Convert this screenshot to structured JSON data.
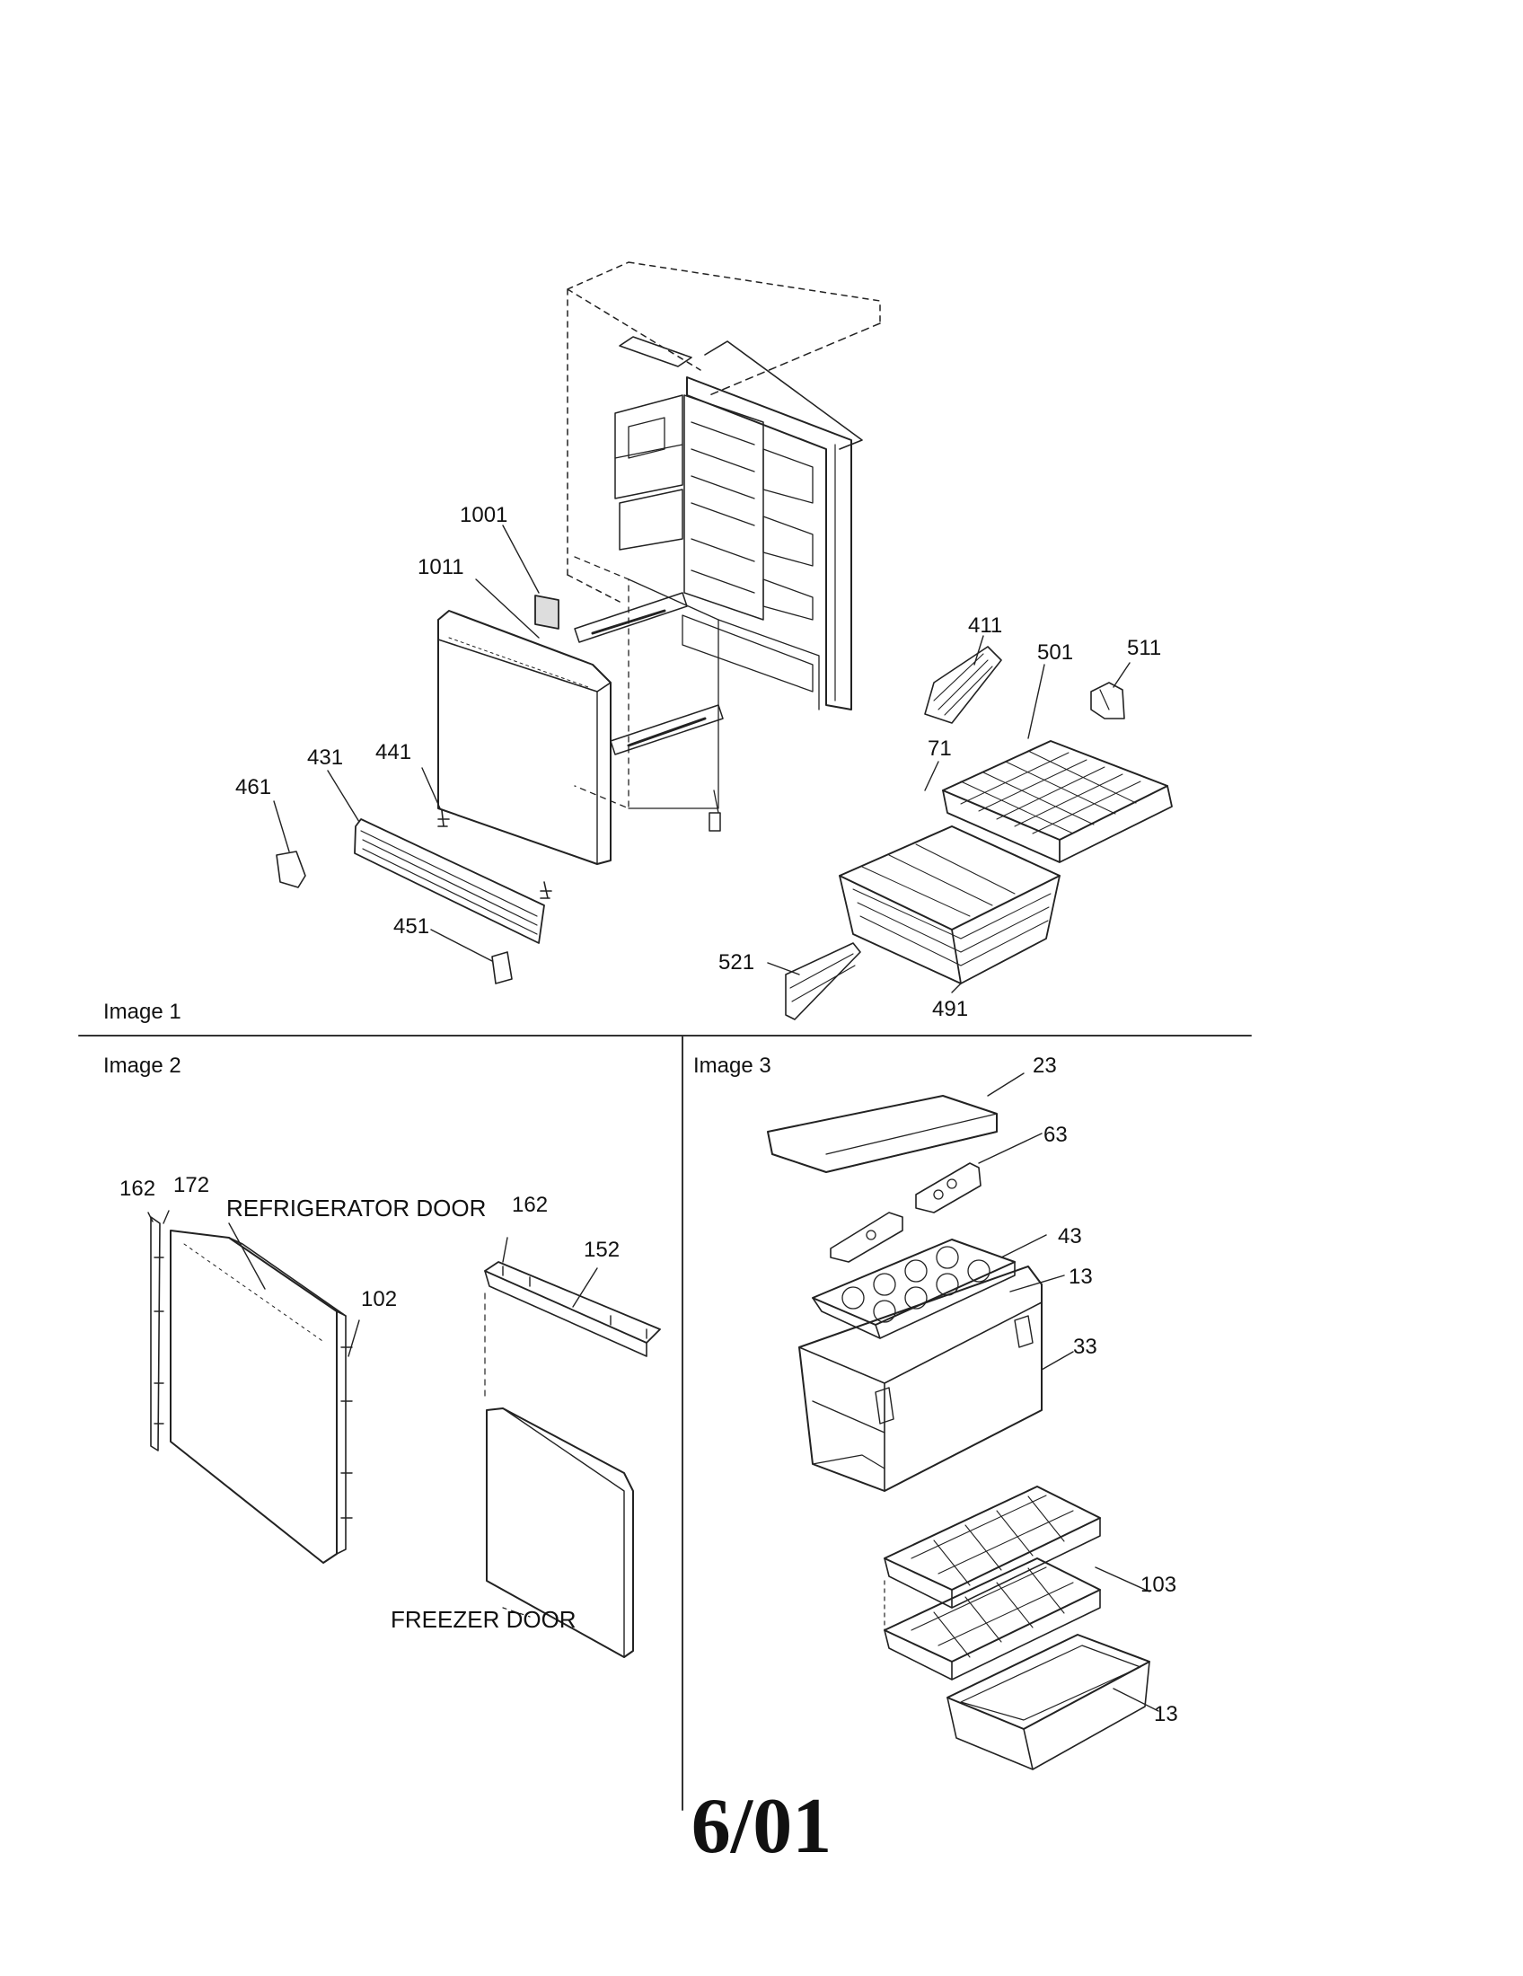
{
  "sections": {
    "image1": "Image 1",
    "image2": "Image 2",
    "image3": "Image 3"
  },
  "image1_callouts": {
    "c1001": "1001",
    "c1011": "1011",
    "c411": "411",
    "c501": "501",
    "c511": "511",
    "c71": "71",
    "c461": "461",
    "c431": "431",
    "c441": "441",
    "c451": "451",
    "c521": "521",
    "c491": "491"
  },
  "image2_callouts": {
    "c162a": "162",
    "c172": "172",
    "c102": "102",
    "c162b": "162",
    "c152": "152"
  },
  "image2_captions": {
    "refrigerator_door": "REFRIGERATOR DOOR",
    "freezer_door": "FREEZER DOOR"
  },
  "image3_callouts": {
    "c23": "23",
    "c63": "63",
    "c43": "43",
    "c13a": "13",
    "c33": "33",
    "c103": "103",
    "c13b": "13"
  },
  "footer": {
    "date": "6/01"
  }
}
